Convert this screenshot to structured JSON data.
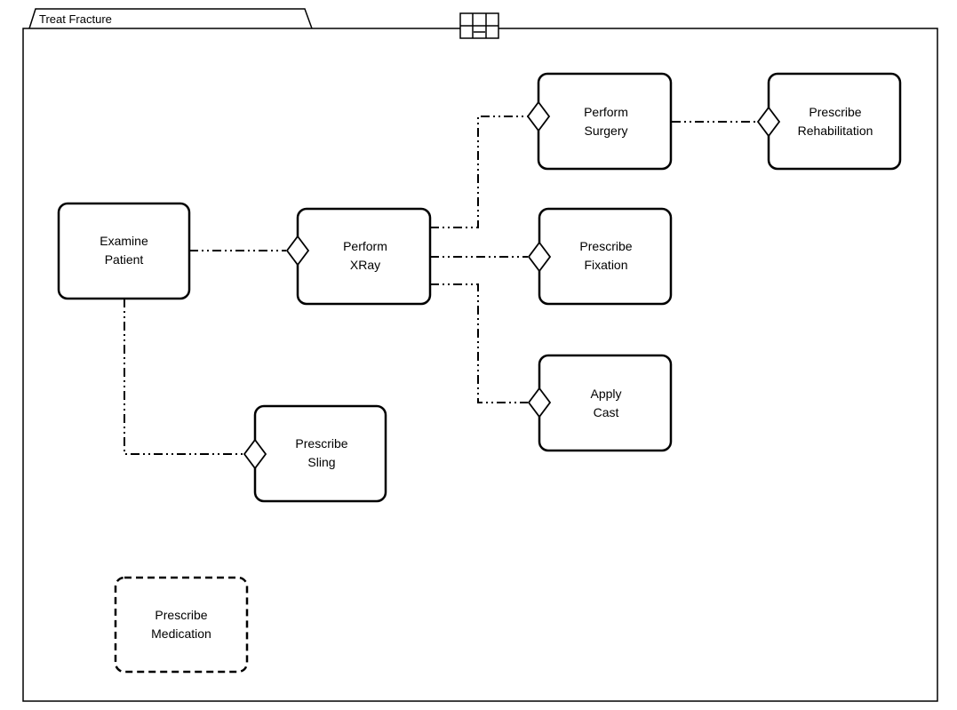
{
  "frame": {
    "title": "Treat Fracture",
    "icon": "grid-decomposition-icon"
  },
  "nodes": [
    {
      "id": "examine-patient",
      "lines": [
        "Examine",
        "Patient"
      ],
      "style": "solid"
    },
    {
      "id": "perform-xray",
      "lines": [
        "Perform",
        "XRay"
      ],
      "style": "solid"
    },
    {
      "id": "perform-surgery",
      "lines": [
        "Perform",
        "Surgery"
      ],
      "style": "solid"
    },
    {
      "id": "prescribe-rehabilitation",
      "lines": [
        "Prescribe",
        "Rehabilitation"
      ],
      "style": "solid"
    },
    {
      "id": "prescribe-fixation",
      "lines": [
        "Prescribe",
        "Fixation"
      ],
      "style": "solid"
    },
    {
      "id": "apply-cast",
      "lines": [
        "Apply",
        "Cast"
      ],
      "style": "solid"
    },
    {
      "id": "prescribe-sling",
      "lines": [
        "Prescribe",
        "Sling"
      ],
      "style": "solid"
    },
    {
      "id": "prescribe-medication",
      "lines": [
        "Prescribe",
        "Medication"
      ],
      "style": "dashed"
    }
  ],
  "edges": [
    {
      "from": "examine-patient",
      "to": "perform-xray"
    },
    {
      "from": "examine-patient",
      "to": "prescribe-sling"
    },
    {
      "from": "perform-xray",
      "to": "perform-surgery"
    },
    {
      "from": "perform-xray",
      "to": "prescribe-fixation"
    },
    {
      "from": "perform-xray",
      "to": "apply-cast"
    },
    {
      "from": "perform-surgery",
      "to": "prescribe-rehabilitation"
    }
  ]
}
